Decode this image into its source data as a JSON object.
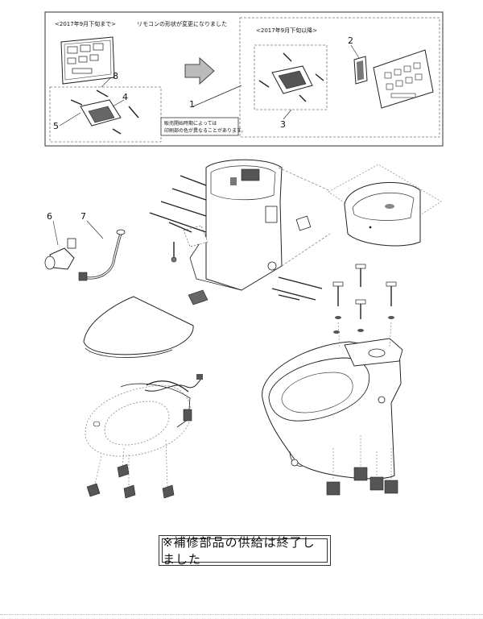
{
  "top_panel": {
    "old_label": "<2017年9月下旬まで>",
    "change_note": "リモコンの形状が変更になりました",
    "new_label": "<2017年9月下旬以降>",
    "model_note_line1": "販売開始時期によっては",
    "model_note_line2": "印刷部の色が異なることがあります。"
  },
  "callouts": {
    "c1": "1",
    "c2": "2",
    "c3": "3",
    "c4": "4",
    "c5": "5",
    "c6": "6",
    "c7": "7",
    "c8": "8"
  },
  "notice": "※補修部品の供給は終了しました",
  "colors": {
    "line": "#222222",
    "fill_dark": "#555555",
    "dash": "#777777"
  }
}
